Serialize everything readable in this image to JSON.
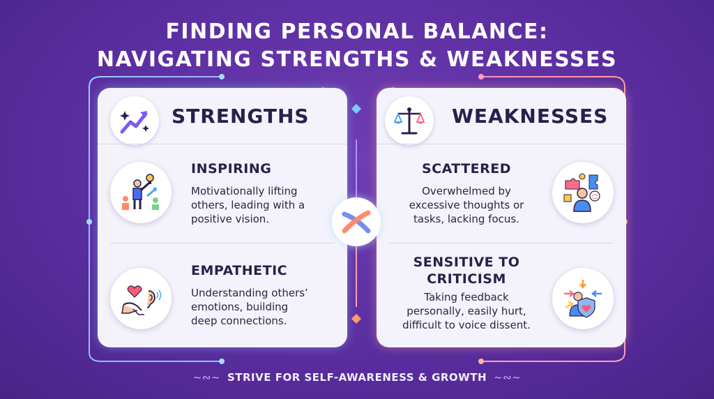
{
  "title": {
    "line1": "FINDING PERSONAL BALANCE:",
    "line2": "NAVIGATING STRENGTHS & WEAKNESSES"
  },
  "strengths": {
    "header": "STRENGTHS",
    "header_icon": "rising-arrow-sparkles-icon",
    "items": [
      {
        "title": "INSPIRING",
        "desc_lines": [
          "Motivationally lifting",
          "others, leading with a",
          "positive vision."
        ],
        "icon": "leader-lightbulb-icon"
      },
      {
        "title": "EMPATHETIC",
        "desc_lines": [
          "Understanding others’",
          "emotions, building",
          "deep connections."
        ],
        "icon": "heart-hands-ear-icon"
      }
    ]
  },
  "weaknesses": {
    "header": "WEAKNESSES",
    "header_icon": "balance-scale-icon",
    "items": [
      {
        "title": "SCATTERED",
        "desc_lines": [
          "Overwhelmed by",
          "excessive thoughts or",
          "tasks, lacking focus."
        ],
        "icon": "puzzle-brain-icon"
      },
      {
        "title_lines": [
          "SENSITIVE TO",
          "CRITICISM"
        ],
        "desc_lines": [
          "Taking feedback",
          "personally, easily hurt,",
          "difficult to voice dissent."
        ],
        "icon": "shield-broken-heart-icon"
      }
    ]
  },
  "center_icon": "intertwined-ribbon-icon",
  "footer": "STRIVE FOR SELF-AWARENESS & GROWTH",
  "colors": {
    "background": "#5b2ea0",
    "panel": "#f4f3fb",
    "text_dark": "#2a1f4a",
    "accent_blue": "#7ec8ff",
    "accent_orange": "#ff9a6a",
    "accent_pink": "#f07bb0"
  }
}
